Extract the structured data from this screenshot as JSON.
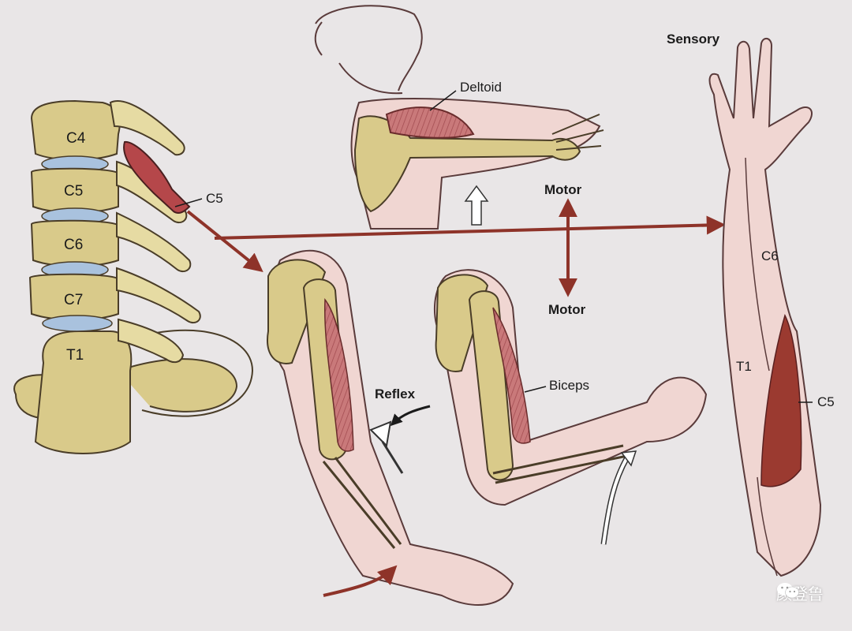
{
  "figure": {
    "vertebrae": [
      "C4",
      "C5",
      "C6",
      "C7",
      "T1"
    ],
    "nerve_root_label": "C5",
    "labels": {
      "deltoid": "Deltoid",
      "motor_upper": "Motor",
      "motor_lower": "Motor",
      "biceps": "Biceps",
      "reflex": "Reflex",
      "sensory": "Sensory",
      "dermatome_c6": "C6",
      "dermatome_t1": "T1",
      "dermatome_c5": "C5"
    },
    "colors": {
      "bone": "#d9ca8a",
      "muscle": "#b5474a",
      "nerve": "#9b3a30",
      "skin": "#f0d6d2",
      "disc": "#a9c2de"
    }
  },
  "watermark": {
    "icon": "wechat-icon",
    "text": "颜登鲁"
  }
}
